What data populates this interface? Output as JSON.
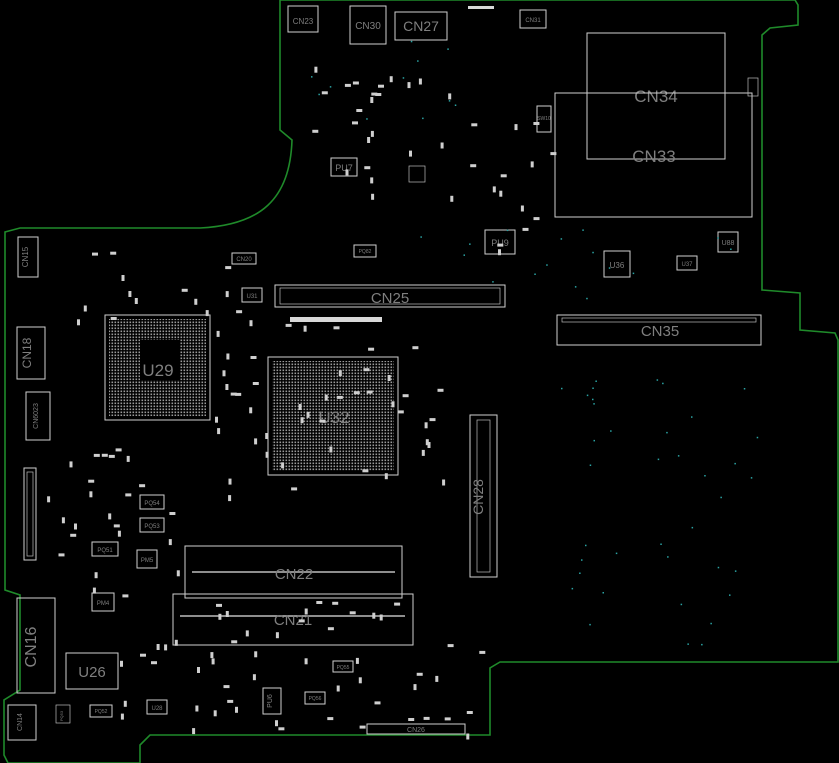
{
  "colors": {
    "background": "#000000",
    "board_edge": "#1f8a2a",
    "component_outline": "#cfcfcf",
    "label": "#7f7f7f",
    "via": "#2aa3a3"
  },
  "labels": {
    "cn23": "CN23",
    "cn30": "CN30",
    "cn27": "CN27",
    "cn31": "CN31",
    "cn34": "CN34",
    "cn33": "CN33",
    "sw1": "SW10",
    "pu7": "PU7",
    "pu9": "PU9",
    "u36": "U36",
    "u37": "U37",
    "u88": "U88",
    "cn15": "CN15",
    "cn20": "CN20",
    "u31": "U31",
    "pq82": "PQ82",
    "cn25": "CN25",
    "cn35": "CN35",
    "cn18": "CN18",
    "u29": "U29",
    "u32": "U32",
    "cn6023": "CN6023",
    "cn28": "CN28",
    "pq54": "PQ54",
    "pq53": "PQ53",
    "pq51": "PQ51",
    "pm5": "PM5",
    "cn22": "CN22",
    "cn21": "CN21",
    "pm4": "PM4",
    "cn16": "CN16",
    "u26": "U26",
    "pq55": "PQ55",
    "pu6": "PU6",
    "pq56": "PQ56",
    "u28": "U28",
    "pq53b": "PQ53",
    "pq52": "PQ52",
    "cn14": "CN14",
    "cn26": "CN26"
  }
}
